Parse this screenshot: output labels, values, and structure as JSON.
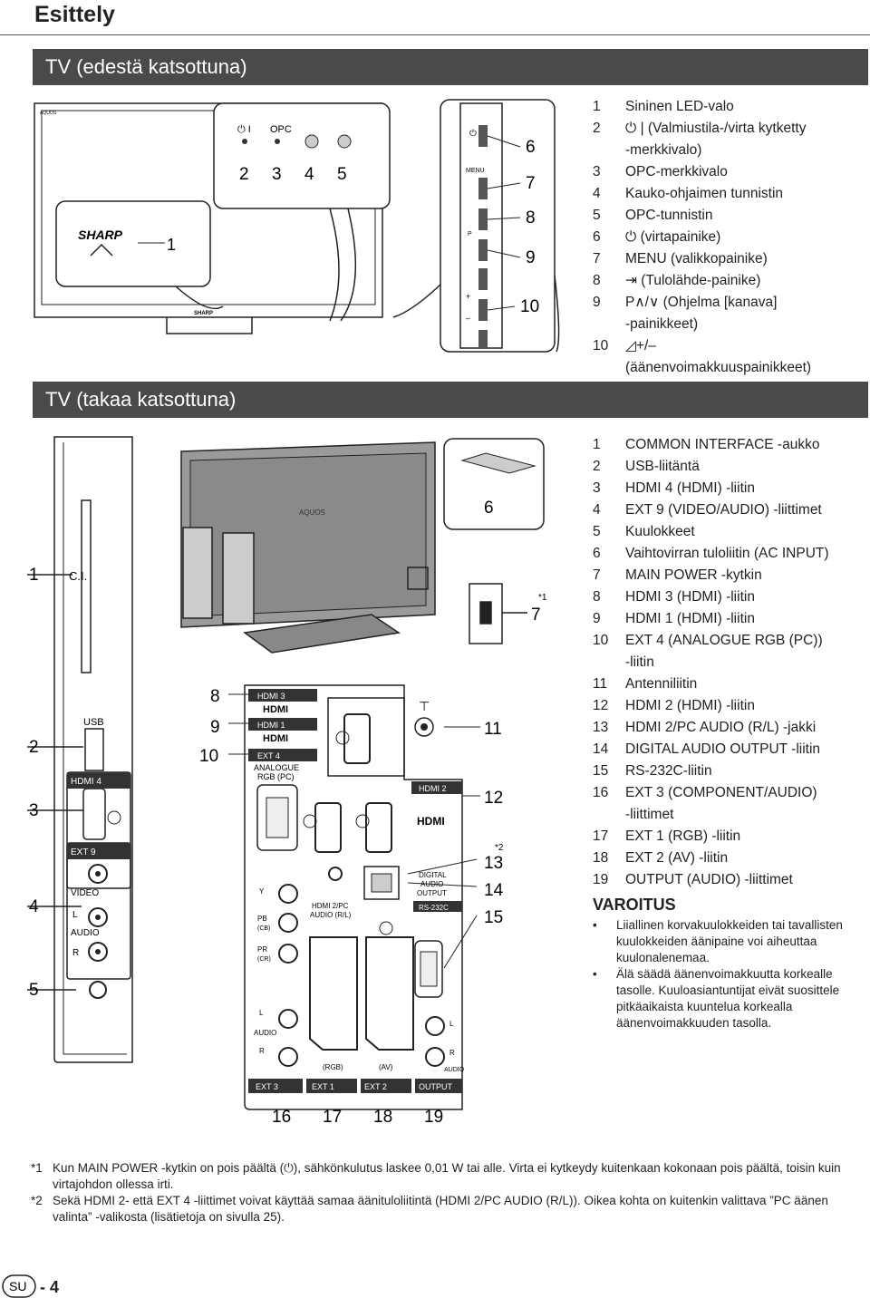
{
  "page_title": "Esittely",
  "front_section": "TV (edestä katsottuna)",
  "back_section": "TV (takaa katsottuna)",
  "front_items": [
    {
      "n": "1",
      "t": "Sininen LED-valo"
    },
    {
      "n": "2",
      "t": "⏻ | (Valmiustila-/virta kytketty"
    },
    {
      "n": "",
      "t": "-merkkivalo)"
    },
    {
      "n": "3",
      "t": "OPC-merkkivalo"
    },
    {
      "n": "4",
      "t": "Kauko-ohjaimen tunnistin"
    },
    {
      "n": "5",
      "t": "OPC-tunnistin"
    },
    {
      "n": "6",
      "t": "⏻ (virtapainike)"
    },
    {
      "n": "7",
      "t": "MENU (valikkopainike)"
    },
    {
      "n": "8",
      "t": "⇥ (Tulolähde-painike)"
    },
    {
      "n": "9",
      "t": "P∧/∨ (Ohjelma [kanava]"
    },
    {
      "n": "",
      "t": "-painikkeet)"
    },
    {
      "n": "10",
      "t": "◿+/–"
    },
    {
      "n": "",
      "t": "(äänenvoimakkuuspainikkeet)"
    }
  ],
  "back_items": [
    {
      "n": "1",
      "t": "COMMON INTERFACE -aukko"
    },
    {
      "n": "2",
      "t": "USB-liitäntä"
    },
    {
      "n": "3",
      "t": "HDMI 4 (HDMI) -liitin"
    },
    {
      "n": "4",
      "t": "EXT 9 (VIDEO/AUDIO) -liittimet"
    },
    {
      "n": "5",
      "t": "Kuulokkeet"
    },
    {
      "n": "6",
      "t": "Vaihtovirran tuloliitin (AC INPUT)"
    },
    {
      "n": "7",
      "t": "MAIN POWER -kytkin"
    },
    {
      "n": "8",
      "t": "HDMI 3 (HDMI) -liitin"
    },
    {
      "n": "9",
      "t": "HDMI 1 (HDMI) -liitin"
    },
    {
      "n": "10",
      "t": "EXT 4 (ANALOGUE RGB (PC))"
    },
    {
      "n": "",
      "t": "-liitin"
    },
    {
      "n": "11",
      "t": "Antenniliitin"
    },
    {
      "n": "12",
      "t": "HDMI 2 (HDMI) -liitin"
    },
    {
      "n": "13",
      "t": "HDMI 2/PC AUDIO (R/L) -jakki"
    },
    {
      "n": "14",
      "t": "DIGITAL AUDIO OUTPUT -liitin"
    },
    {
      "n": "15",
      "t": "RS-232C-liitin"
    },
    {
      "n": "16",
      "t": "EXT 3 (COMPONENT/AUDIO)"
    },
    {
      "n": "",
      "t": "-liittimet"
    },
    {
      "n": "17",
      "t": "EXT 1 (RGB) -liitin"
    },
    {
      "n": "18",
      "t": "EXT 2 (AV) -liitin"
    },
    {
      "n": "19",
      "t": "OUTPUT (AUDIO) -liittimet"
    }
  ],
  "warning_title": "VAROITUS",
  "warning_items": [
    "Liiallinen korvakuulokkeiden tai tavallisten kuulokkeiden äänipaine voi aiheuttaa kuulonalenemaa.",
    "Älä säädä äänenvoimakkuutta korkealle tasolle. Kuuloasiantuntijat eivät suosittele pitkäaikaista kuuntelua korkealla äänenvoimakkuuden tasolla."
  ],
  "footnotes": [
    {
      "m": "*1",
      "t": "Kun MAIN POWER -kytkin on pois päältä (⏻), sähkönkulutus laskee 0,01 W tai alle. Virta ei kytkeydy kuitenkaan kokonaan pois päältä, toisin kuin virtajohdon ollessa irti."
    },
    {
      "m": "*2",
      "t": "Sekä HDMI 2- että EXT 4 -liittimet voivat käyttää samaa äänituloliitintä (HDMI 2/PC AUDIO (R/L)). Oikea kohta on kuitenkin valittava ”PC äänen valinta” -valikosta (lisätietoja on sivulla 25)."
    }
  ],
  "page_number": "4",
  "language_badge": "SU",
  "diagram_labels": {
    "brand": "SHARP",
    "aquos": "AQUOS",
    "opc": "OPC",
    "power_sym": "⏻ I",
    "menu": "MENU",
    "p": "P",
    "plus": "+",
    "minus": "–",
    "front_callouts": [
      "1",
      "2",
      "3",
      "4",
      "5",
      "6",
      "7",
      "8",
      "9",
      "10"
    ],
    "back_left_callouts": [
      "1",
      "2",
      "3",
      "4",
      "5"
    ],
    "back_mid_callouts": [
      "8",
      "9",
      "10"
    ],
    "back_right_callouts": [
      "6",
      "7",
      "11",
      "12",
      "13",
      "14",
      "15"
    ],
    "back_bottom_callouts": [
      "16",
      "17",
      "18",
      "19"
    ],
    "star1": "*1",
    "star2": "*2",
    "ci": "C.I.",
    "usb": "USB",
    "hdmi4": "HDMI 4",
    "ext9": "EXT 9",
    "video": "VIDEO",
    "l": "L",
    "audio": "AUDIO",
    "r": "R",
    "hdmi3": "HDMI 3",
    "hdmi1": "HDMI 1",
    "ext4": "EXT 4",
    "analogue": "ANALOGUE",
    "rgbpc": "RGB (PC)",
    "hdmi2": "HDMI 2",
    "hdmi_logo": "HDMI",
    "digital": "DIGITAL",
    "audio_small": "AUDIO",
    "output": "OUTPUT",
    "rs232c": "RS-232C",
    "y": "Y",
    "pb": "PB",
    "cb": "(CB)",
    "pr": "PR",
    "cr": "(CR)",
    "hdmi2pc": "HDMI 2/PC",
    "audiorl": "AUDIO (R/L)",
    "rgb": "(RGB)",
    "av": "(AV)",
    "ext3": "EXT 3",
    "ext1": "EXT 1",
    "ext2": "EXT 2",
    "output_b": "OUTPUT",
    "b7": "7",
    "b8": "8",
    "b9": "9",
    "b4": "4",
    "b2": "2",
    "b3": "3",
    "b1": "1"
  }
}
